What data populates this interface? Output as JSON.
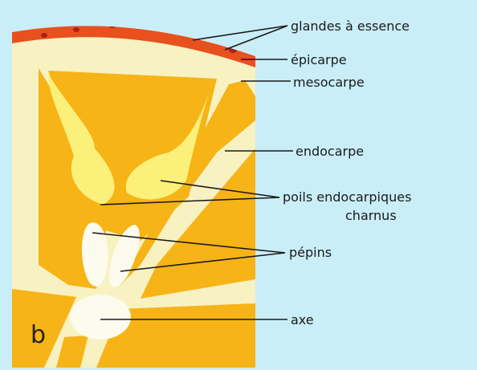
{
  "figure": {
    "panel_letter": "b",
    "colors": {
      "background": "#c9eef7",
      "pulp": "#f6b417",
      "membrane": "#f8f1c2",
      "epicarp": "#e8501d",
      "gland": "#a5231a",
      "pulp_hairs": "#fbf07a",
      "seed": "#fdfbee",
      "leader": "#1a1a1a"
    }
  },
  "labels": {
    "glands": "glandes à essence",
    "epicarp": "épicarpe",
    "mesocarp": "mesocarpe",
    "endocarp": "endocarpe",
    "hairs_line1": "poils endocarpiques",
    "hairs_line2": "charnus",
    "seeds": "pépins",
    "axis": "axe"
  }
}
